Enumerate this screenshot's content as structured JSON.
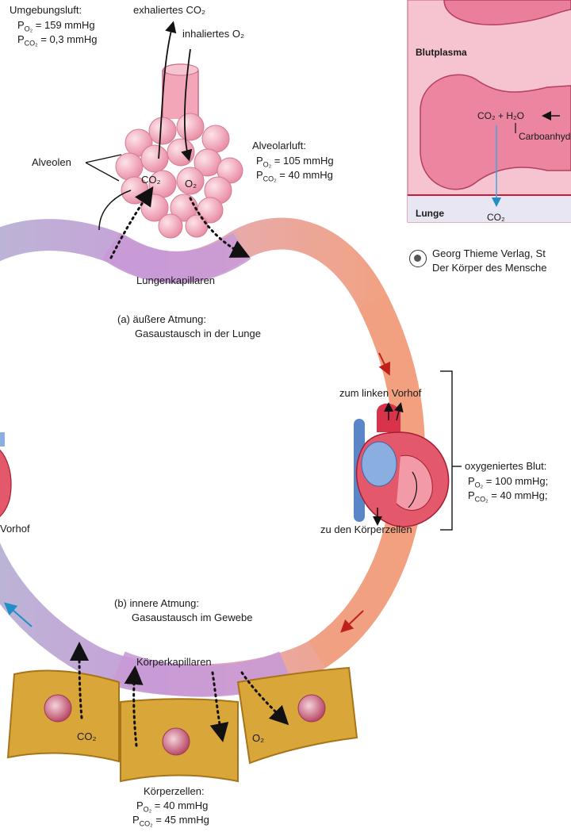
{
  "top_left": {
    "ambient_title": "Umgebungsluft:",
    "ambient_po2": "= 159 mmHg",
    "ambient_pco2": "= 0,3 mmHg",
    "exhaled": "exhaliertes CO₂",
    "inhaled": "inhaliertes O₂"
  },
  "lung": {
    "alveoli_label": "Alveolen",
    "co2": "CO₂",
    "o2": "O₂",
    "alveolar_title": "Alveolarluft:",
    "alveolar_po2": "= 105 mmHg",
    "alveolar_pco2": "= 40 mmHg",
    "capillaries": "Lungenkapillaren"
  },
  "external": {
    "line1": "(a)  äußere Atmung:",
    "line2": "Gasaustausch in der Lunge"
  },
  "heart": {
    "to_left_atrium": "zum linken Vorhof",
    "to_body_cells": "zu den Körperzellen",
    "left_partial": "Vorhof"
  },
  "oxygenated": {
    "title": "oxygeniertes Blut:",
    "po2": "= 100 mmHg;",
    "pco2": "= 40 mmHg;"
  },
  "internal": {
    "line1": "(b) innere Atmung:",
    "line2": "Gasaustausch im Gewebe",
    "capillaries": "Körperkapillaren"
  },
  "cells": {
    "co2": "CO₂",
    "o2": "O₂",
    "title": "Körperzellen:",
    "po2": "= 40 mmHg",
    "pco2": "= 45 mmHg"
  },
  "inset": {
    "plasma": "Blutplasma",
    "reaction": "CO₂ + H₂O",
    "enzyme": "Carboanhyd",
    "lunge": "Lunge",
    "co2": "CO₂"
  },
  "credit": {
    "line1": "Georg Thieme Verlag, St",
    "line2": "Der Körper des Mensche"
  },
  "symbols": {
    "p": "P",
    "o2_sub": "O₂",
    "co2_sub": "CO₂"
  },
  "colors": {
    "deoxy": "#b8b4d4",
    "oxy": "#f0a283",
    "capillary": "#c99ad6",
    "cell": "#d9a63a",
    "alveoli": "#f2a6b8",
    "inset_bg": "#f7c6d2",
    "arrow_red": "#c0201a",
    "arrow_blue": "#1f8fc8"
  }
}
